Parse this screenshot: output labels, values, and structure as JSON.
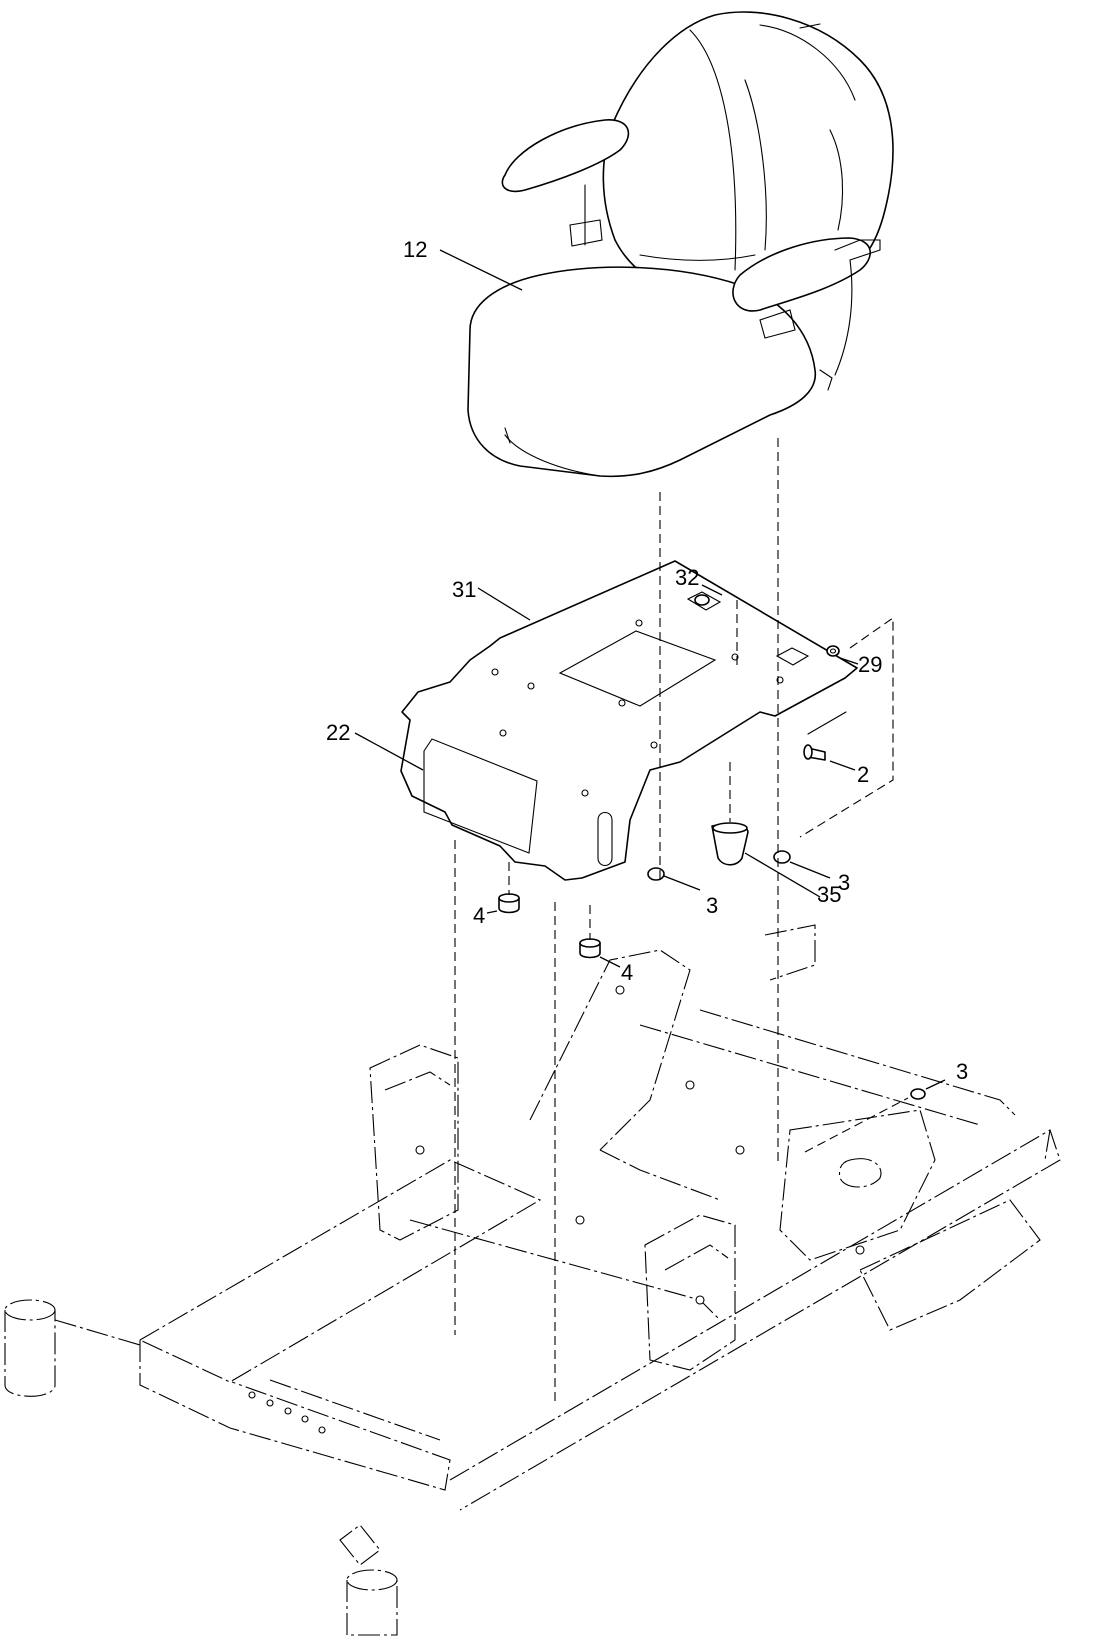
{
  "callouts": {
    "seat": "12",
    "seat_plate": "31",
    "plate_nut": "32",
    "washer": "29",
    "pad": "22",
    "bolt": "2",
    "nut_right": "3",
    "bumper_cone": "35",
    "nut_center": "3",
    "bumper_left": "4",
    "bumper_center": "4",
    "nut_frame": "3"
  }
}
